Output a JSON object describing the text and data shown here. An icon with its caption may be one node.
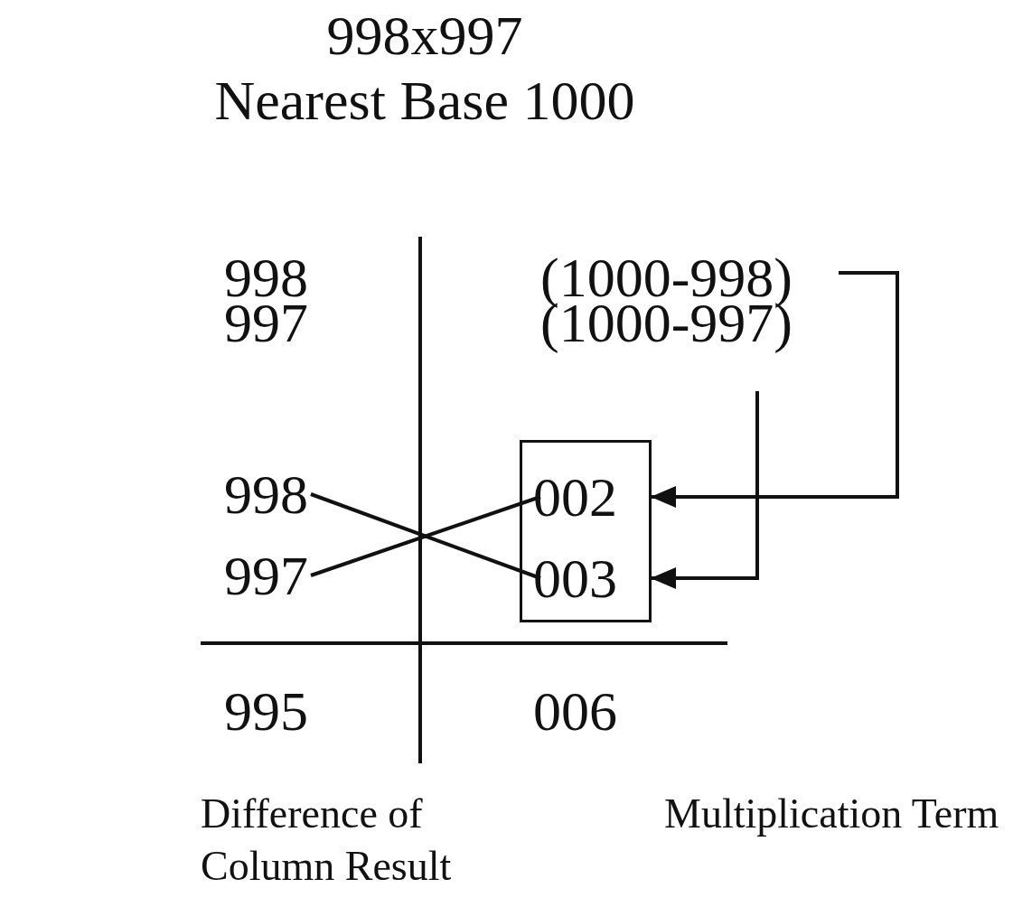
{
  "diagram": {
    "title": "998x997",
    "nodes": [
      {
        "text": [
          "(1000-998)"
        ]
      },
      {
        "text": [
          "(1000-997)"
        ]
      },
      {
        "text": [],
        "shape": "box"
      },
      {
        "text": [
          "002"
        ],
        "in": 2
      },
      {
        "text": [
          "003"
        ],
        "in": 2
      },
      {
        "text": [
          "998"
        ]
      },
      {
        "text": [
          "997"
        ]
      }
    ],
    "edges": [
      {
        "from": 0,
        "to": 3,
        "arrow": "to"
      },
      {
        "from": 1,
        "to": 4,
        "arrow": "to"
      },
      {
        "from": 5,
        "to": 4,
        "arrow": "none"
      },
      {
        "from": 6,
        "to": 3,
        "arrow": "none"
      }
    ],
    "labels": [
      "Nearest Base 1000",
      "998",
      "997",
      "995",
      "006",
      "Difference of Column Result",
      "Multiplication Term"
    ]
  }
}
